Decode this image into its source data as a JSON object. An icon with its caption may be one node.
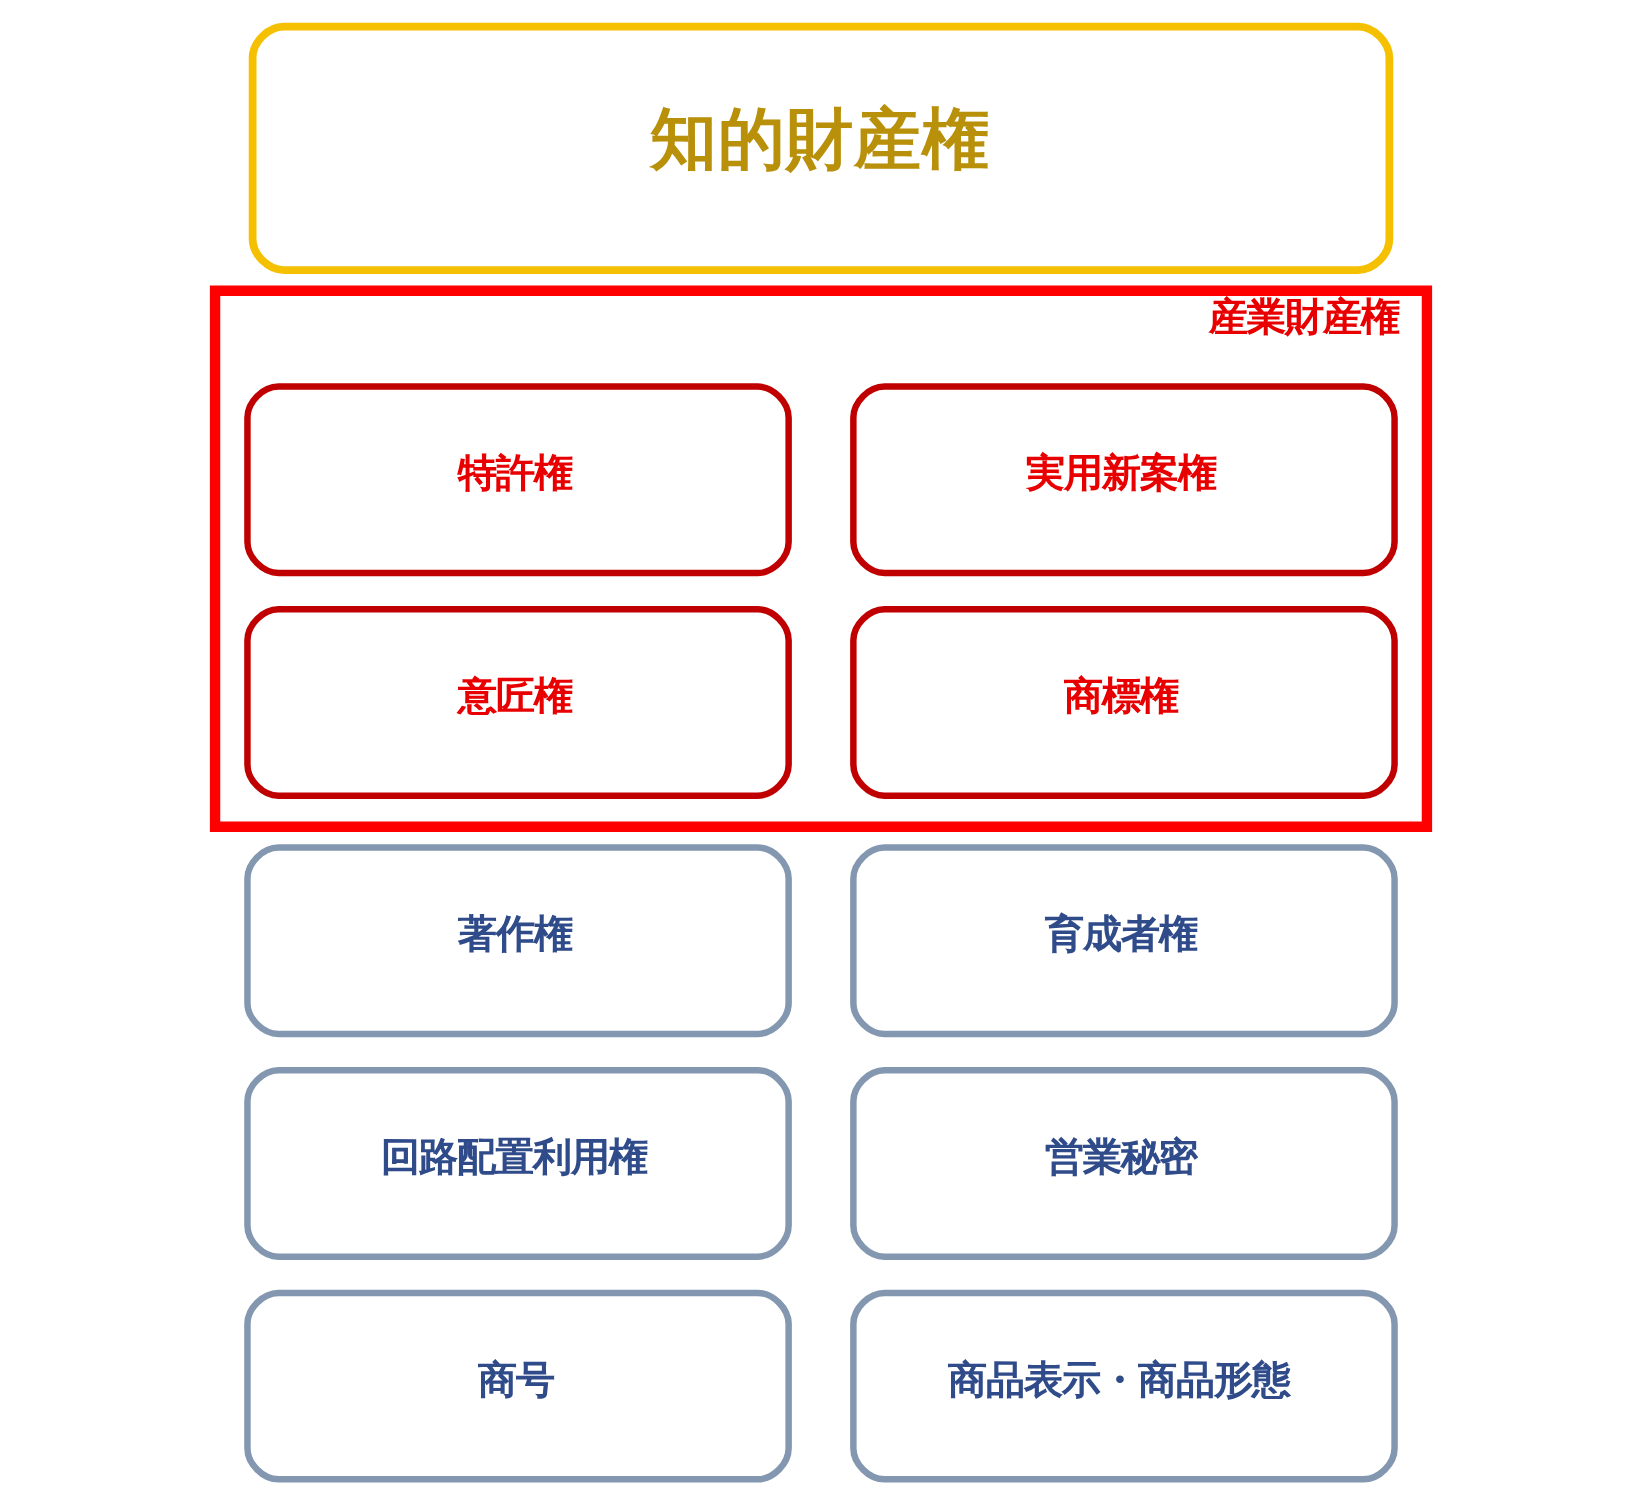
{
  "diagram": {
    "nodes": [
      {
        "text": [
          "知的財産権"
        ]
      },
      {
        "text": [
          "産業財産権"
        ]
      },
      {
        "text": [
          "特許権"
        ],
        "in": 1
      },
      {
        "text": [
          "実用新案権"
        ],
        "in": 1
      },
      {
        "text": [
          "意匠権"
        ],
        "in": 1
      },
      {
        "text": [
          "商標権"
        ],
        "in": 1
      },
      {
        "text": [
          "著作権"
        ]
      },
      {
        "text": [
          "育成者権"
        ]
      },
      {
        "text": [
          "回路配置利用権"
        ]
      },
      {
        "text": [
          "営業秘密"
        ]
      },
      {
        "text": [
          "商号"
        ]
      },
      {
        "text": [
          "商品表示・商品形態"
        ]
      }
    ]
  }
}
